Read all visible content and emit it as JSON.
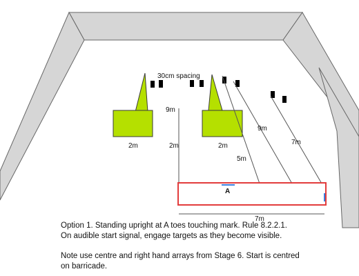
{
  "title": "",
  "colors": {
    "wall_fill": "#d6d6d6",
    "wall_stroke": "#666666",
    "target_fill": "#b5e000",
    "target_stroke": "#3a3a3a",
    "marker_fill": "#000000",
    "barricade_stroke": "#e23b3b",
    "start_mark": "#3b7fe0",
    "line": "#555555"
  },
  "icons": {
    "target_shape": "lime-square-target",
    "target_pole": "target-stand-triangle",
    "steel_marker": "black-steel-plate",
    "barricade": "start-box-rectangle"
  },
  "labels": {
    "spacing": "30cm spacing",
    "dist_9m_left": "9m",
    "dist_9m_right": "9m",
    "dist_7m_right": "7m",
    "dist_5m": "5m",
    "width_left_target": "2m",
    "width_gap": "2m",
    "width_center_target": "2m",
    "start_mark": "A",
    "barricade_width": "7m"
  },
  "notes": {
    "option_line1": "Option 1. Standing upright at A  toes touching mark. Rule 8.2.2.1.",
    "option_line2": "On audible start signal, engage targets as they become  visible.",
    "stage_line1": "Note use centre and right hand arrays from Stage 6. Start is centred",
    "stage_line2": "on barricade."
  }
}
